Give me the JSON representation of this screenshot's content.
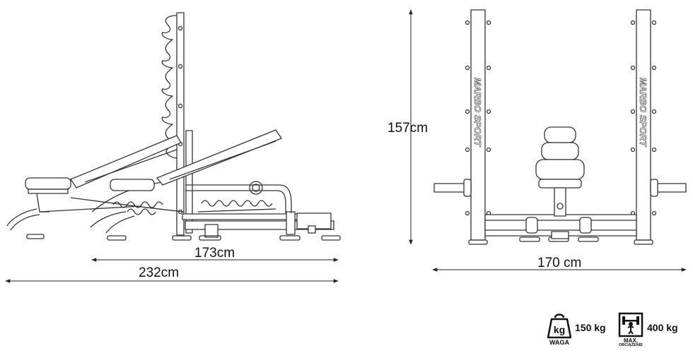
{
  "colors": {
    "line": "#333333",
    "text": "#111111",
    "background": "#ffffff"
  },
  "side_view": {
    "dimensions": {
      "height": "157cm",
      "base_length": "173cm",
      "total_length": "232cm"
    }
  },
  "front_view": {
    "dimensions": {
      "width": "170 cm"
    },
    "branding": {
      "upright_text": "MARBO SPORT"
    }
  },
  "specs": {
    "weight": {
      "icon": "kg-weight-icon",
      "icon_text": "kg",
      "caption": "WAGA",
      "value": "150 kg"
    },
    "max_load": {
      "icon": "max-load-icon",
      "caption_line1": "MAX.",
      "caption_line2": "OBCIĄŻENIE",
      "value": "400 kg"
    }
  }
}
